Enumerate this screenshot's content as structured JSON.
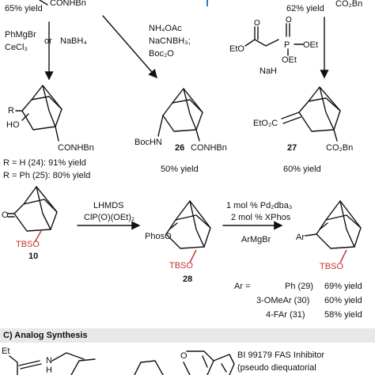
{
  "top": {
    "row0_left_yield": "65% yield",
    "row0_left_frag": "CONHBn",
    "row0_right_yield": "62% yield",
    "row0_right_frag": "CO₂Bn",
    "reagent_left_1": "PhMgBr",
    "reagent_left_or": "or",
    "reagent_left_2": "NaBH₄",
    "reagent_left_3": "CeCl₃",
    "reagent_mid_1": "NH₄OAc",
    "reagent_mid_2": "NaCNBH₃;",
    "reagent_mid_3": "Boc₂O",
    "reagent_right_EtO": "EtO",
    "reagent_right_P": "P",
    "reagent_right_OEt1": "OEt",
    "reagent_right_OEt2": "OEt",
    "reagent_right_NaH": "NaH"
  },
  "products": {
    "p24_R": "R",
    "p24_HO": "HO",
    "p24_CONHBn": "CONHBn",
    "p24_line1": "R = H (24): 91% yield",
    "p24_line2": "R = Ph (25): 80% yield",
    "p26_BocHN": "BocHN",
    "p26_num": "26",
    "p26_CONHBn": "CONHBn",
    "p26_yield": "50% yield",
    "p27_EtO2C": "EtO₂C",
    "p27_num": "27",
    "p27_CO2Bn": "CO₂Bn",
    "p27_yield": "60% yield"
  },
  "row2": {
    "c10_O": "O",
    "c10_TBSO": "TBSO",
    "c10_num": "10",
    "arrow1_top_1": "LHMDS",
    "arrow1_top_2": "ClP(O)(OEt)₂",
    "c28_PhosO": "PhosO",
    "c28_TBSO": "TBSO",
    "c28_num": "28",
    "arrow2_top_1": "1 mol % Pd₂dba₃",
    "arrow2_top_2": "2 mol % XPhos",
    "arrow2_bottom": "ArMgBr",
    "prod_Ar": "Ar",
    "prod_TBSO": "TBSO",
    "ar_label": "Ar =",
    "ar_rows": [
      {
        "name": "Ph (29)",
        "yield": "69% yield"
      },
      {
        "name": "3-OMeAr (30)",
        "yield": "60% yield"
      },
      {
        "name": "4-FAr (31)",
        "yield": "58% yield"
      }
    ]
  },
  "sectionC": {
    "title": "C) Analog Synthesis",
    "frag_Et": "Et",
    "frag_NH": "N",
    "frag_H": "H",
    "frag_O": "O",
    "inhibitor_line1": "BI 99179 FAS Inhibitor",
    "inhibitor_line2": "(pseudo diequatorial"
  }
}
